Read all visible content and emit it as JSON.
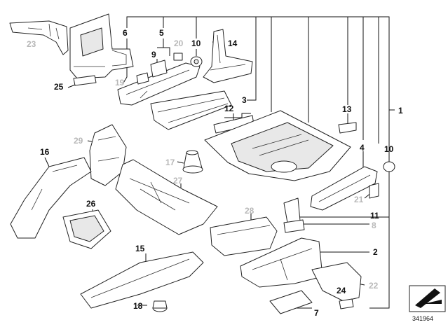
{
  "callouts": [
    {
      "text": "1",
      "tone": "dark"
    },
    {
      "text": "2",
      "tone": "dark"
    },
    {
      "text": "3",
      "tone": "dark"
    },
    {
      "text": "4",
      "tone": "dark"
    },
    {
      "text": "5",
      "tone": "dark"
    },
    {
      "text": "6",
      "tone": "dark"
    },
    {
      "text": "7",
      "tone": "dark"
    },
    {
      "text": "8",
      "tone": "grey"
    },
    {
      "text": "9",
      "tone": "dark"
    },
    {
      "text": "10",
      "tone": "dark"
    },
    {
      "text": "10",
      "tone": "dark"
    },
    {
      "text": "11",
      "tone": "dark"
    },
    {
      "text": "12",
      "tone": "dark"
    },
    {
      "text": "13",
      "tone": "dark"
    },
    {
      "text": "14",
      "tone": "dark"
    },
    {
      "text": "15",
      "tone": "dark"
    },
    {
      "text": "16",
      "tone": "dark"
    },
    {
      "text": "17",
      "tone": "grey"
    },
    {
      "text": "18",
      "tone": "dark"
    },
    {
      "text": "19",
      "tone": "grey"
    },
    {
      "text": "20",
      "tone": "grey"
    },
    {
      "text": "21",
      "tone": "grey"
    },
    {
      "text": "22",
      "tone": "grey"
    },
    {
      "text": "23",
      "tone": "grey"
    },
    {
      "text": "24",
      "tone": "dark"
    },
    {
      "text": "25",
      "tone": "dark"
    },
    {
      "text": "26",
      "tone": "dark"
    },
    {
      "text": "27",
      "tone": "grey"
    },
    {
      "text": "28",
      "tone": "grey"
    },
    {
      "text": "29",
      "tone": "grey"
    }
  ],
  "diagram_id": "341964",
  "colors": {
    "ink": "#111111",
    "grey_label": "#b8b8b8",
    "shade": "#e8e8e8"
  }
}
